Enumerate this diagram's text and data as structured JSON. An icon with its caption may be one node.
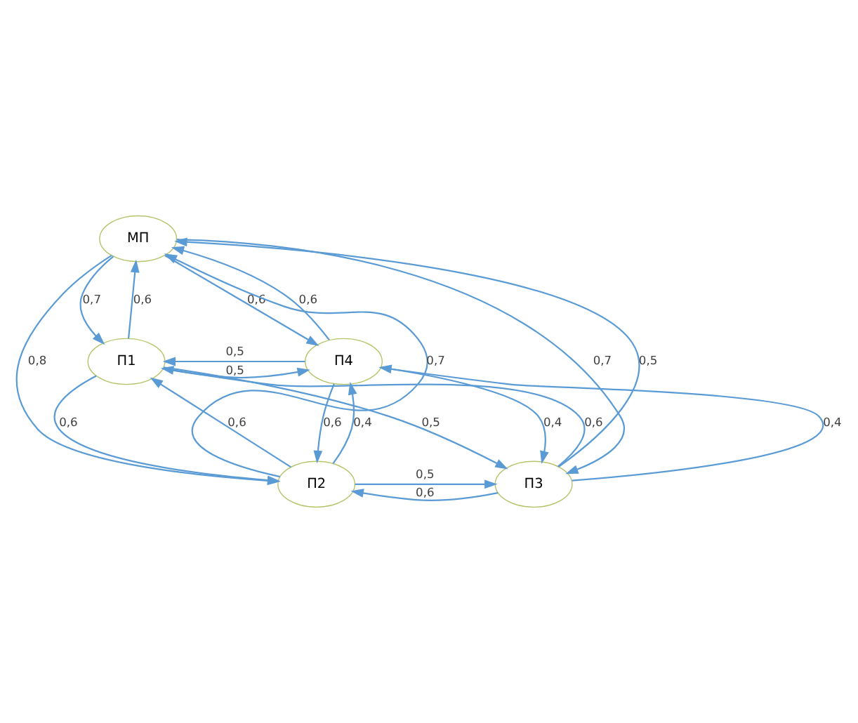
{
  "diagram": {
    "nodes": [
      {
        "text": [
          "МП"
        ]
      },
      {
        "text": [
          "П1"
        ]
      },
      {
        "text": [
          "П2"
        ]
      },
      {
        "text": [
          "П3"
        ]
      },
      {
        "text": [
          "П4"
        ]
      }
    ],
    "edges": [
      {
        "from": 0,
        "to": 1,
        "arrow": "to",
        "label": "0,7"
      },
      {
        "from": 4,
        "to": 1,
        "arrow": "to",
        "label": "0,5"
      },
      {
        "from": 1,
        "to": 4,
        "arrow": "to",
        "label": "0,5"
      },
      {
        "from": 1,
        "to": 0,
        "arrow": "to",
        "label": "0,6"
      },
      {
        "from": 0,
        "to": 4,
        "arrow": "to",
        "label": "0,6"
      },
      {
        "from": 4,
        "to": 0,
        "arrow": "to",
        "label": "0,6"
      },
      {
        "from": 0,
        "to": 2,
        "arrow": "to",
        "label": "0,8"
      },
      {
        "from": 2,
        "to": 0,
        "arrow": "to",
        "label": "0,7"
      },
      {
        "from": 0,
        "to": 3,
        "arrow": "to",
        "label": "0,7"
      },
      {
        "from": 3,
        "to": 0,
        "arrow": "to",
        "label": "0,5"
      },
      {
        "from": 4,
        "to": 2,
        "arrow": "to",
        "label": "0,6"
      },
      {
        "from": 2,
        "to": 4,
        "arrow": "to",
        "label": "0,4"
      },
      {
        "from": 4,
        "to": 3,
        "arrow": "to",
        "label": "0,4"
      },
      {
        "from": 2,
        "to": 3,
        "arrow": "to",
        "label": "0,5"
      },
      {
        "from": 3,
        "to": 2,
        "arrow": "to",
        "label": "0,6"
      },
      {
        "from": 1,
        "to": 2,
        "arrow": "to",
        "label": "0,6"
      },
      {
        "from": 2,
        "to": 1,
        "arrow": "to",
        "label": "0,6"
      },
      {
        "from": 3,
        "to": 4,
        "arrow": "to",
        "label": "0,4"
      },
      {
        "from": 1,
        "to": 3,
        "arrow": "to",
        "label": "0,5"
      },
      {
        "from": 3,
        "to": 1,
        "arrow": "to",
        "label": "0,6"
      }
    ]
  }
}
